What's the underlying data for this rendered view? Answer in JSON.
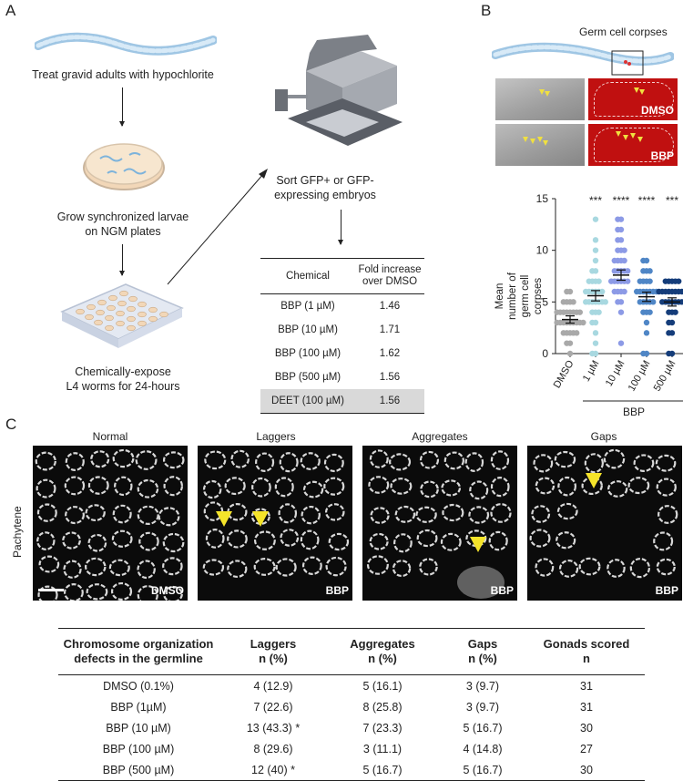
{
  "panel_labels": {
    "a": "A",
    "b": "B",
    "c": "C"
  },
  "panel_a": {
    "step1": "Treat gravid adults with hypochlorite",
    "step2_line1": "Grow synchronized larvae",
    "step2_line2": "on NGM plates",
    "step3_line1": "Chemically-expose",
    "step3_line2": "L4 worms for 24-hours",
    "step4_line1": "Sort GFP+ or GFP-",
    "step4_line2": "expressing embryos",
    "table": {
      "header_chemical": "Chemical",
      "header_fold_line1": "Fold increase",
      "header_fold_line2": "over DMSO",
      "rows": [
        {
          "chemical": "BBP (1 µM)",
          "fold": "1.46"
        },
        {
          "chemical": "BBP (10 µM)",
          "fold": "1.71"
        },
        {
          "chemical": "BBP (100 µM)",
          "fold": "1.62"
        },
        {
          "chemical": "BBP (500 µM)",
          "fold": "1.56"
        },
        {
          "chemical": "DEET (100 µM)",
          "fold": "1.56"
        }
      ]
    }
  },
  "panel_b": {
    "schematic_label": "Germ cell corpses",
    "image_tags": {
      "dmso": "DMSO",
      "bbp": "BBP"
    },
    "colors": {
      "dmso": "#a9a9a9",
      "c1": "#a8d8e0",
      "c10": "#8c9ae6",
      "c100": "#4f86c6",
      "c500": "#153d7a"
    }
  },
  "chart_data": {
    "type": "scatter",
    "ylabel_line1": "Mean number of",
    "ylabel_line2": "germ cell corpses",
    "ylim": [
      0,
      15
    ],
    "yticks": [
      "0",
      "5",
      "10",
      "15"
    ],
    "categories": [
      "DMSO",
      "1 µM",
      "10 µM",
      "100 µM",
      "500 µM"
    ],
    "group_label": "BBP",
    "significance": [
      "",
      "***",
      "****",
      "****",
      "***"
    ],
    "means": [
      3.3,
      5.6,
      7.6,
      5.5,
      5.0
    ],
    "sems": [
      0.35,
      0.5,
      0.5,
      0.45,
      0.4
    ],
    "series": [
      {
        "values": [
          0,
          1,
          1,
          2,
          2,
          2,
          2,
          2,
          3,
          3,
          3,
          3,
          3,
          3,
          3,
          3,
          3,
          4,
          4,
          4,
          4,
          4,
          4,
          4,
          4,
          5,
          5,
          5,
          5,
          6,
          6
        ]
      },
      {
        "values": [
          0,
          0,
          1,
          2,
          3,
          3,
          4,
          4,
          4,
          5,
          5,
          5,
          5,
          5,
          5,
          5,
          6,
          6,
          6,
          6,
          6,
          6,
          7,
          7,
          7,
          7,
          8,
          8,
          9,
          10,
          11,
          13
        ]
      },
      {
        "values": [
          1,
          4,
          5,
          5,
          6,
          6,
          6,
          6,
          7,
          7,
          7,
          7,
          7,
          7,
          8,
          8,
          8,
          8,
          8,
          9,
          9,
          9,
          9,
          10,
          10,
          10,
          11,
          11,
          12,
          12,
          13,
          13
        ]
      },
      {
        "values": [
          0,
          0,
          2,
          3,
          4,
          4,
          4,
          5,
          5,
          5,
          5,
          5,
          6,
          6,
          6,
          6,
          6,
          6,
          6,
          7,
          7,
          7,
          7,
          8,
          8,
          8,
          9,
          9
        ]
      },
      {
        "values": [
          0,
          0,
          2,
          2,
          3,
          3,
          4,
          4,
          4,
          5,
          5,
          5,
          5,
          5,
          5,
          5,
          6,
          6,
          6,
          6,
          6,
          6,
          6,
          6,
          7,
          7,
          7,
          7,
          7
        ]
      }
    ]
  },
  "panel_c": {
    "row_label": "Pachytene",
    "images": [
      {
        "title": "Normal",
        "tag": "DMSO"
      },
      {
        "title": "Laggers",
        "tag": "BBP"
      },
      {
        "title": "Aggregates",
        "tag": "BBP"
      },
      {
        "title": "Gaps",
        "tag": "BBP"
      }
    ],
    "table": {
      "headers": [
        {
          "l1": "Chromosome organization",
          "l2": "defects in the germline"
        },
        {
          "l1": "Laggers",
          "l2": "n (%)"
        },
        {
          "l1": "Aggregates",
          "l2": "n (%)"
        },
        {
          "l1": "Gaps",
          "l2": "n (%)"
        },
        {
          "l1": "Gonads scored",
          "l2": "n"
        }
      ],
      "rows": [
        {
          "condition": "DMSO (0.1%)",
          "laggers": "4 (12.9)",
          "aggregates": "5 (16.1)",
          "gaps": "3 (9.7)",
          "gonads": "31"
        },
        {
          "condition": "BBP (1µM)",
          "laggers": "7 (22.6)",
          "aggregates": "8 (25.8)",
          "gaps": "3 (9.7)",
          "gonads": "31"
        },
        {
          "condition": "BBP (10 µM)",
          "laggers": "13 (43.3) *",
          "aggregates": "7 (23.3)",
          "gaps": "5 (16.7)",
          "gonads": "30"
        },
        {
          "condition": "BBP (100 µM)",
          "laggers": "8 (29.6)",
          "aggregates": "3 (11.1)",
          "gaps": "4 (14.8)",
          "gonads": "27"
        },
        {
          "condition": "BBP (500 µM)",
          "laggers": "12 (40) *",
          "aggregates": "5 (16.7)",
          "gaps": "5 (16.7)",
          "gonads": "30"
        }
      ]
    }
  }
}
